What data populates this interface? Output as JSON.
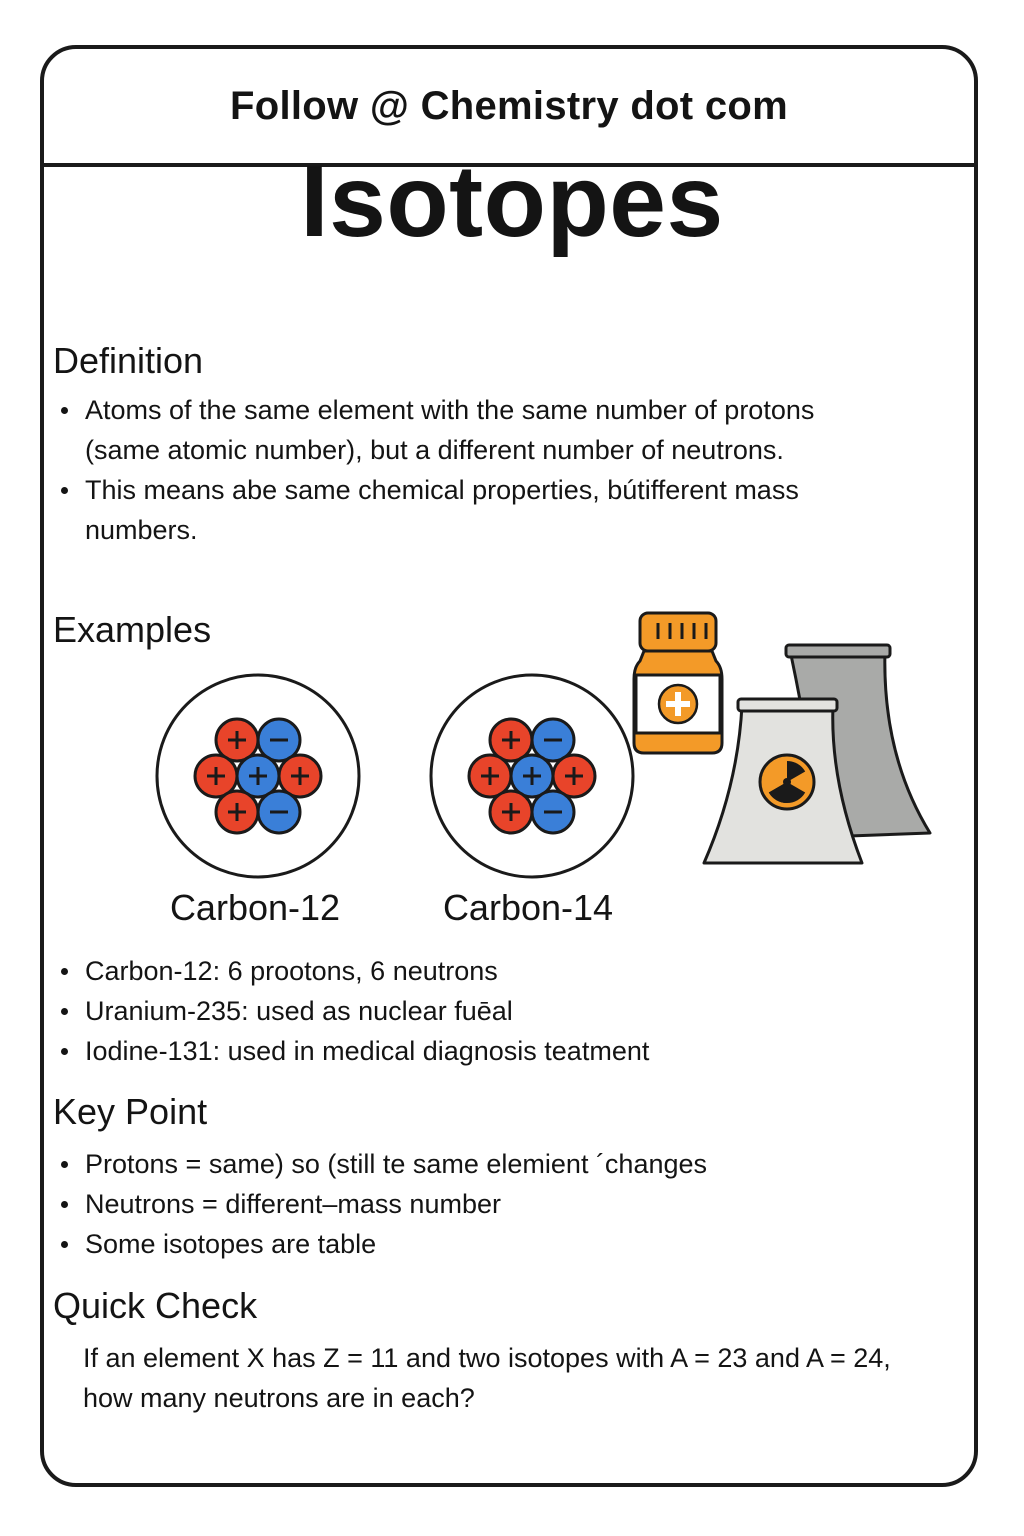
{
  "header": {
    "follow_text": "Follow @ Chemistry dot com"
  },
  "title": "Isotopes",
  "definition": {
    "heading": "Definition",
    "bullets": [
      "Atoms of the same element with the same number of protons (same atomic number), but a different number of neutrons.",
      "This means abe same chemical properties, bútifferent mass numbers."
    ]
  },
  "examples": {
    "heading": "Examples",
    "atoms": [
      {
        "label": "Carbon-12"
      },
      {
        "label": "Carbon-14"
      }
    ],
    "bullets": [
      "Carbon-12: 6 prootons, 6 neutrons",
      "Uranium-235: used as nuclear fuēal",
      "Iodine-131: used in medical diagnosis teatment"
    ]
  },
  "key_point": {
    "heading": "Key Point",
    "bullets": [
      "Protons = same) so (still te same elemient ´changes",
      "Neutrons = different–mass number",
      "Some isotopes are table"
    ]
  },
  "quick_check": {
    "heading": "Quick Check",
    "question": "If an element X has Z = 11 and two isotopes with A = 23 and A = 24, how many neutrons are in each?"
  },
  "colors": {
    "proton": "#e8442a",
    "neutron": "#3a7fd8",
    "bottle": "#f39a28",
    "tower_front": "#e2e2df",
    "tower_back": "#a9aaa8",
    "radiation": "#f39a28",
    "border": "#1a1a1a"
  },
  "icons": [
    "medicine-bottle-icon",
    "cooling-tower-icon",
    "radiation-symbol-icon"
  ]
}
